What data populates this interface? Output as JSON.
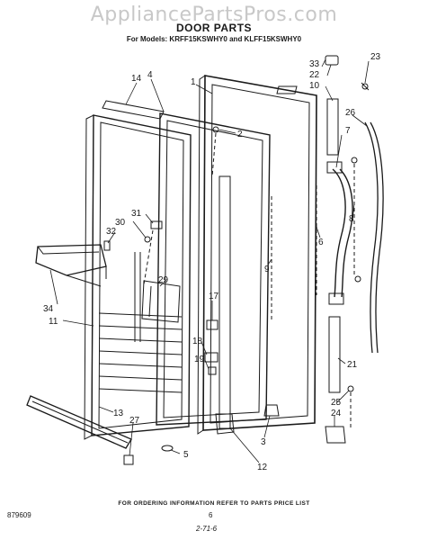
{
  "watermark": "AppliancePartsPros.com",
  "title": "DOOR PARTS",
  "subtitle": "For Models: KRFF15KSWHY0 and KLFF15KSWHY0",
  "callouts": [
    "1",
    "2",
    "3",
    "4",
    "5",
    "6",
    "7",
    "8",
    "9",
    "10",
    "11",
    "12",
    "13",
    "14",
    "17",
    "18",
    "19",
    "21",
    "22",
    "23",
    "24",
    "25",
    "26",
    "27",
    "29",
    "30",
    "31",
    "32",
    "33",
    "34"
  ],
  "footer": {
    "ordering_note": "FOR ORDERING INFORMATION REFER TO PARTS PRICE LIST",
    "catalog_code": "879609",
    "page_number": "6",
    "date_code": "2-71-6"
  },
  "colors": {
    "ink": "#1a1a1a",
    "watermark": "#c8c8c8",
    "background": "#ffffff"
  }
}
